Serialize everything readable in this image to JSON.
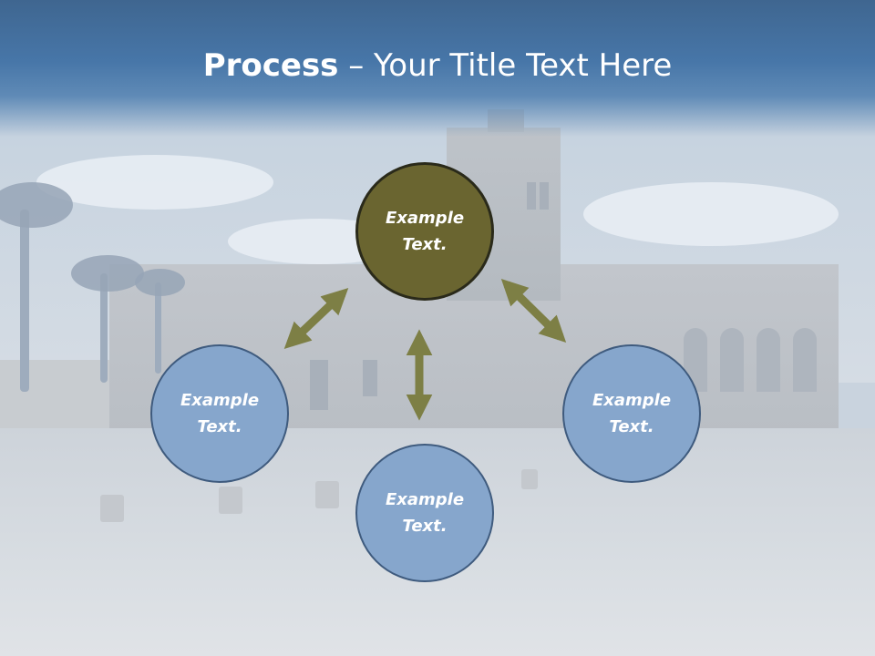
{
  "title": {
    "bold": "Process",
    "rest": " – Your Title Text Here"
  },
  "nodes": {
    "top": "Example Text.",
    "left": "Example Text.",
    "right": "Example Text.",
    "bottom": "Example Text."
  },
  "colors": {
    "header": "#4776a8",
    "center_node": "#6a6530",
    "outer_node": "#86a6cc",
    "arrow": "#7d7f45"
  }
}
